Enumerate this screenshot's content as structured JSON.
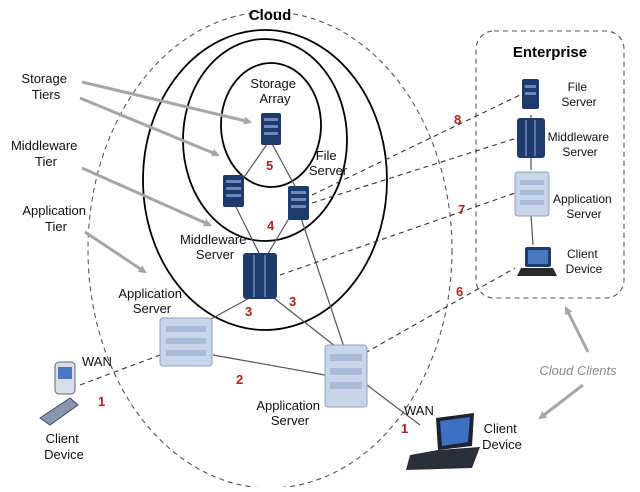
{
  "titles": {
    "cloud": "Cloud",
    "enterprise": "Enterprise"
  },
  "labels": {
    "storage_tiers": [
      "Storage",
      "Tiers"
    ],
    "middleware_tier": [
      "Middleware",
      "Tier"
    ],
    "application_tier": [
      "Application",
      "Tier"
    ],
    "storage_array": [
      "Storage",
      "Array"
    ],
    "file_server": [
      "File",
      "Server"
    ],
    "middleware_server": [
      "Middleware",
      "Server"
    ],
    "application_server_top": [
      "Application",
      "Server"
    ],
    "application_server_bottom": [
      "Application",
      "Server"
    ],
    "wan_left": "WAN",
    "wan_right": "WAN",
    "client_device_left": [
      "Client",
      "Device"
    ],
    "client_device_right": [
      "Client",
      "Device"
    ],
    "ent_file_server": [
      "File",
      "Server"
    ],
    "ent_middleware_server": [
      "Middleware",
      "Server"
    ],
    "ent_application_server": [
      "Application",
      "Server"
    ],
    "ent_client_device": [
      "Client",
      "Device"
    ],
    "cloud_clients": "Cloud Clients"
  },
  "numbers": {
    "n1_left": "1",
    "n1_right": "1",
    "n2": "2",
    "n3_left": "3",
    "n3_right": "3",
    "n4": "4",
    "n5": "5",
    "n6": "6",
    "n7": "7",
    "n8": "8"
  },
  "colors": {
    "number": "#b22222",
    "arrow": "#a6a6a6",
    "server_dark": "#1f3b6e",
    "server_light": "#c9d6ea"
  }
}
